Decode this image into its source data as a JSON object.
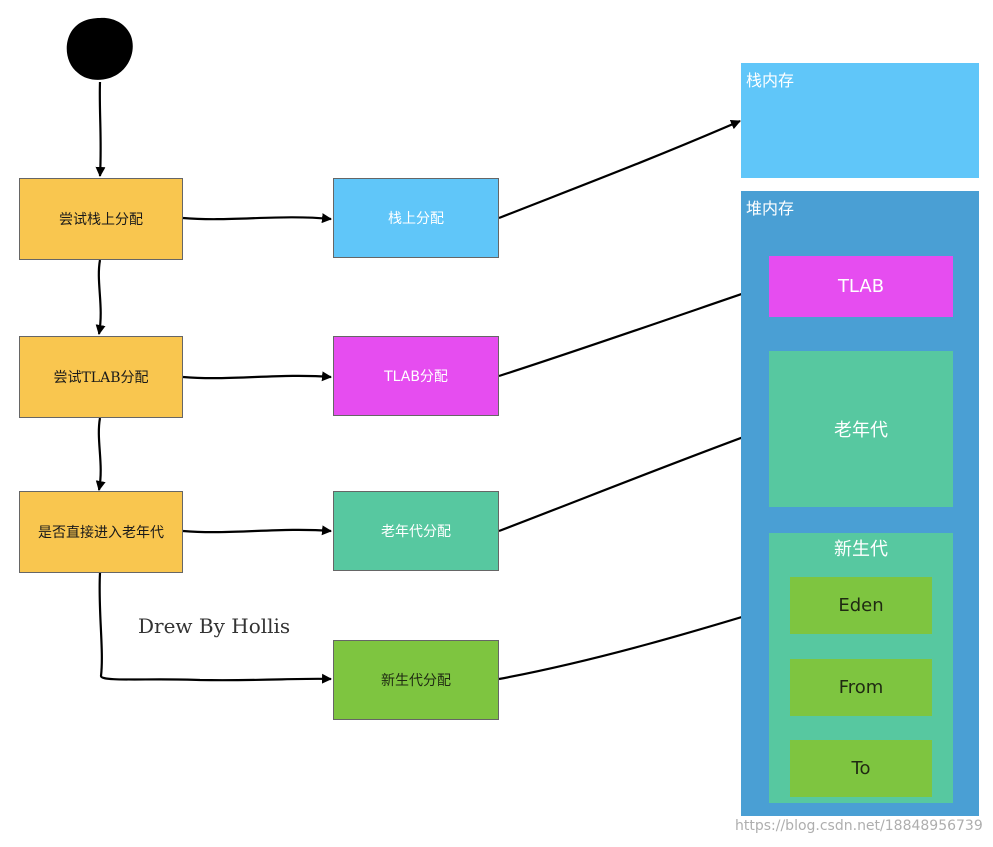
{
  "decision_steps": [
    {
      "label": "尝试栈上分配"
    },
    {
      "label": "尝试TLAB分配"
    },
    {
      "label": "是否直接进入老年代"
    }
  ],
  "allocation_steps": [
    {
      "label": "栈上分配"
    },
    {
      "label": "TLAB分配"
    },
    {
      "label": "老年代分配"
    },
    {
      "label": "新生代分配"
    }
  ],
  "memory": {
    "stack_label": "栈内存",
    "heap_label": "堆内存",
    "tlab_label": "TLAB",
    "old_gen_label": "老年代",
    "young_gen_label": "新生代",
    "young_areas": [
      {
        "label": "Eden"
      },
      {
        "label": "From"
      },
      {
        "label": "To"
      }
    ]
  },
  "signature": "Drew By Hollis",
  "watermark": "https://blog.csdn.net/18848956739",
  "colors": {
    "decision": "#f9c64f",
    "stack": "#60c6f9",
    "heap": "#4a9fd4",
    "tlab": "#e64df0",
    "old_gen": "#57c8a0",
    "young": "#7ec540"
  }
}
